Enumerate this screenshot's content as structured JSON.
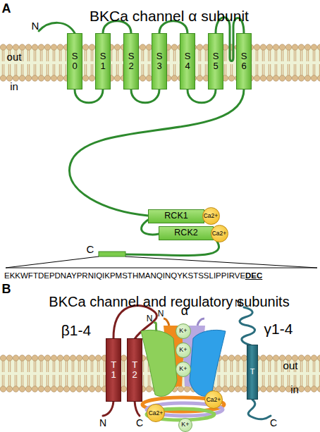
{
  "diagram": {
    "nodes": [
      {
        "text": [
          "S 0"
        ]
      },
      {
        "text": [
          "S 1"
        ]
      },
      {
        "text": [
          "S 2"
        ]
      },
      {
        "text": [
          "S 3"
        ]
      },
      {
        "text": [
          "S 4"
        ]
      },
      {
        "text": [
          "S 5"
        ]
      },
      {
        "text": [
          "S 6"
        ]
      },
      {
        "text": [
          "RCK1"
        ]
      },
      {
        "text": [
          "Ca2+"
        ]
      },
      {
        "text": [
          "RCK2"
        ]
      },
      {
        "text": [
          "Ca2+"
        ]
      },
      {
        "text": [
          "T 1"
        ]
      },
      {
        "text": [
          "T 2"
        ]
      },
      {
        "text": [
          "K+"
        ]
      },
      {
        "text": [
          "K+"
        ]
      },
      {
        "text": [
          "K+"
        ]
      },
      {
        "text": [
          "Ca2+"
        ]
      },
      {
        "text": [
          "Ca2+"
        ]
      },
      {
        "text": [
          "K+"
        ]
      },
      {
        "text": [
          "T"
        ]
      }
    ],
    "labels": [
      "A",
      "BKCa channel α subunit",
      "N",
      "out",
      "in",
      "C",
      "EKKWFTDEPDNAYPRNIQIKPMSTHMANQINQYKSTSSLIPPIRVE",
      "DEC",
      "B",
      "BKCa channel and regulatory subunits",
      "β1-4",
      "N",
      "C",
      "N",
      "N",
      "α",
      "γ1-4",
      "N",
      "C",
      "out",
      "in"
    ]
  }
}
